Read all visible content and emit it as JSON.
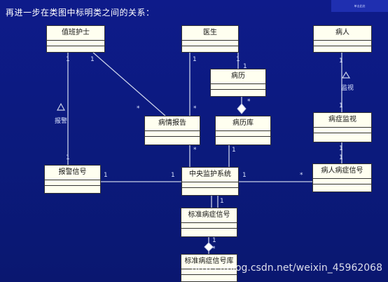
{
  "heading": "再进一步在类图中标明类之间的关系：",
  "corner_text": "单击此处",
  "classes": {
    "nurse": "值班护士",
    "doctor": "医生",
    "patient": "病人",
    "record": "病历",
    "report": "病情报告",
    "recordlib": "病历库",
    "symptom_monitor": "病症监视",
    "alarm": "报警信号",
    "center": "中央监护系统",
    "patient_signal": "病人病症信号",
    "std_signal": "标准病症信号",
    "std_lib": "标准病症信号库"
  },
  "labels": {
    "alarm_rel": "报警",
    "monitor_rel": "监视",
    "one": "1",
    "many": "*"
  },
  "watermark": "https://blog.csdn.net/weixin_45962068",
  "colors": {
    "background": "#0b1a7c",
    "line": "#c8cfe8",
    "class_fill": "#fffff0"
  }
}
